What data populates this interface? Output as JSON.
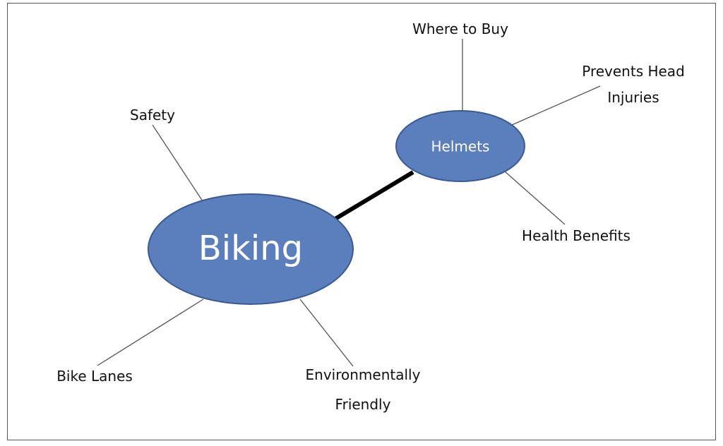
{
  "diagram": {
    "type": "mind-map",
    "central_node": {
      "label": "Biking",
      "fill": "#5b7fbd",
      "stroke": "#3a5a91"
    },
    "secondary_node": {
      "label": "Helmets",
      "fill": "#5b7fbd",
      "stroke": "#3a5a91"
    },
    "central_branches": {
      "safety": "Safety",
      "bike_lanes": "Bike Lanes",
      "environmentally_friendly": [
        "Environmentally",
        "Friendly"
      ]
    },
    "helmet_branches": {
      "where_to_buy": "Where to Buy",
      "prevents_head_injuries": [
        "Prevents Head",
        "Injuries"
      ],
      "health_benefits": "Health Benefits"
    },
    "colors": {
      "connector": "#000000",
      "branch_line": "#555555"
    }
  }
}
